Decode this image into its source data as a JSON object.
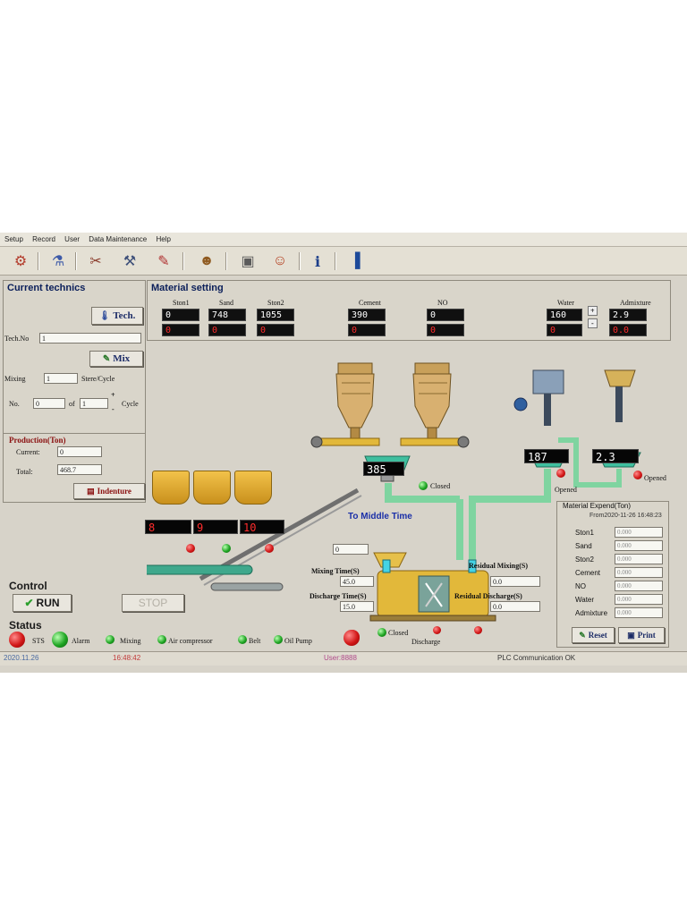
{
  "menu": [
    "Setup",
    "Record",
    "User",
    "Data Maintenance",
    "Help"
  ],
  "toolbar_icons": [
    "gears-icon",
    "flask-icon",
    "tools-icon",
    "wrench-icon",
    "paint-icon",
    "user-icon",
    "printer-icon",
    "operator-icon",
    "info-icon",
    "exit-door-icon"
  ],
  "current_technics": {
    "title": "Current technics",
    "tech_button": "Tech.",
    "tech_no_label": "Tech.No",
    "tech_no_value": "1",
    "mix_button": "Mix",
    "mixing_label": "Mixing",
    "mixing_value": "1",
    "stere_label": "Stere/Cycle",
    "no_label": "No.",
    "no_value": "0",
    "of_label": "of",
    "of_value": "1",
    "plus": "+",
    "minus": "-",
    "cycle_label": "Cycle"
  },
  "production": {
    "title": "Production(Ton)",
    "current_label": "Current:",
    "current_value": "0",
    "total_label": "Total:",
    "total_value": "468.7",
    "indenture_button": "Indenture"
  },
  "material_setting": {
    "title": "Material setting",
    "columns": [
      {
        "name": "Ston1",
        "set": "0",
        "actual": "0"
      },
      {
        "name": "Sand",
        "set": "748",
        "actual": "0"
      },
      {
        "name": "Ston2",
        "set": "1055",
        "actual": "0"
      },
      {
        "name": "Cement",
        "set": "390",
        "actual": "0"
      },
      {
        "name": "NO",
        "set": "0",
        "actual": "0"
      },
      {
        "name": "Water",
        "set": "160",
        "actual": "0"
      },
      {
        "name": "Admixture",
        "set": "2.9",
        "actual": "0.0"
      }
    ],
    "water_plus": "+",
    "water_minus": "-"
  },
  "process": {
    "cement_scale": "385",
    "cement_state": "Closed",
    "water_scale": "187",
    "water_state": "Opened",
    "admix_scale": "2.3",
    "admix_state": "Opened",
    "aggregate_bins": [
      "8",
      "9",
      "10"
    ],
    "middle_time_label": "To Middle Time",
    "middle_time_value": "0",
    "mixing_time_label": "Mixing Time(S)",
    "mixing_time_value": "45.0",
    "residual_mixing_label": "Residual Mixing(S)",
    "residual_mixing_value": "0.0",
    "discharge_time_label": "Discharge Time(S)",
    "discharge_time_value": "15.0",
    "residual_discharge_label": "Residual Discharge(S)",
    "residual_discharge_value": "0.0",
    "mixer_gate_state": "Closed",
    "discharge_label": "Discharge"
  },
  "material_expend": {
    "title": "Material Expend(Ton)",
    "from": "From2020-11-26 16:48:23",
    "rows": [
      {
        "name": "Ston1",
        "value": "0.000"
      },
      {
        "name": "Sand",
        "value": "0.000"
      },
      {
        "name": "Ston2",
        "value": "0.000"
      },
      {
        "name": "Cement",
        "value": "0.000"
      },
      {
        "name": "NO",
        "value": "0.000"
      },
      {
        "name": "Water",
        "value": "0.000"
      },
      {
        "name": "Admixture",
        "value": "0.000"
      }
    ],
    "reset_button": "Reset",
    "print_button": "Print"
  },
  "control": {
    "title": "Control",
    "run_button": "RUN",
    "stop_button": "STOP"
  },
  "status": {
    "title": "Status",
    "items": [
      "STS",
      "Alarm",
      "Mixing",
      "Air compressor",
      "Belt",
      "Oil Pump"
    ]
  },
  "statusbar": {
    "date": "2020.11.26",
    "time": "16:48:42",
    "user": "User:8888",
    "plc": "PLC Communication OK"
  },
  "colors": {
    "led_red": "#d21818",
    "led_green": "#1fa523",
    "display_red": "#ff2a2a",
    "title_blue": "#0b1f5a"
  }
}
